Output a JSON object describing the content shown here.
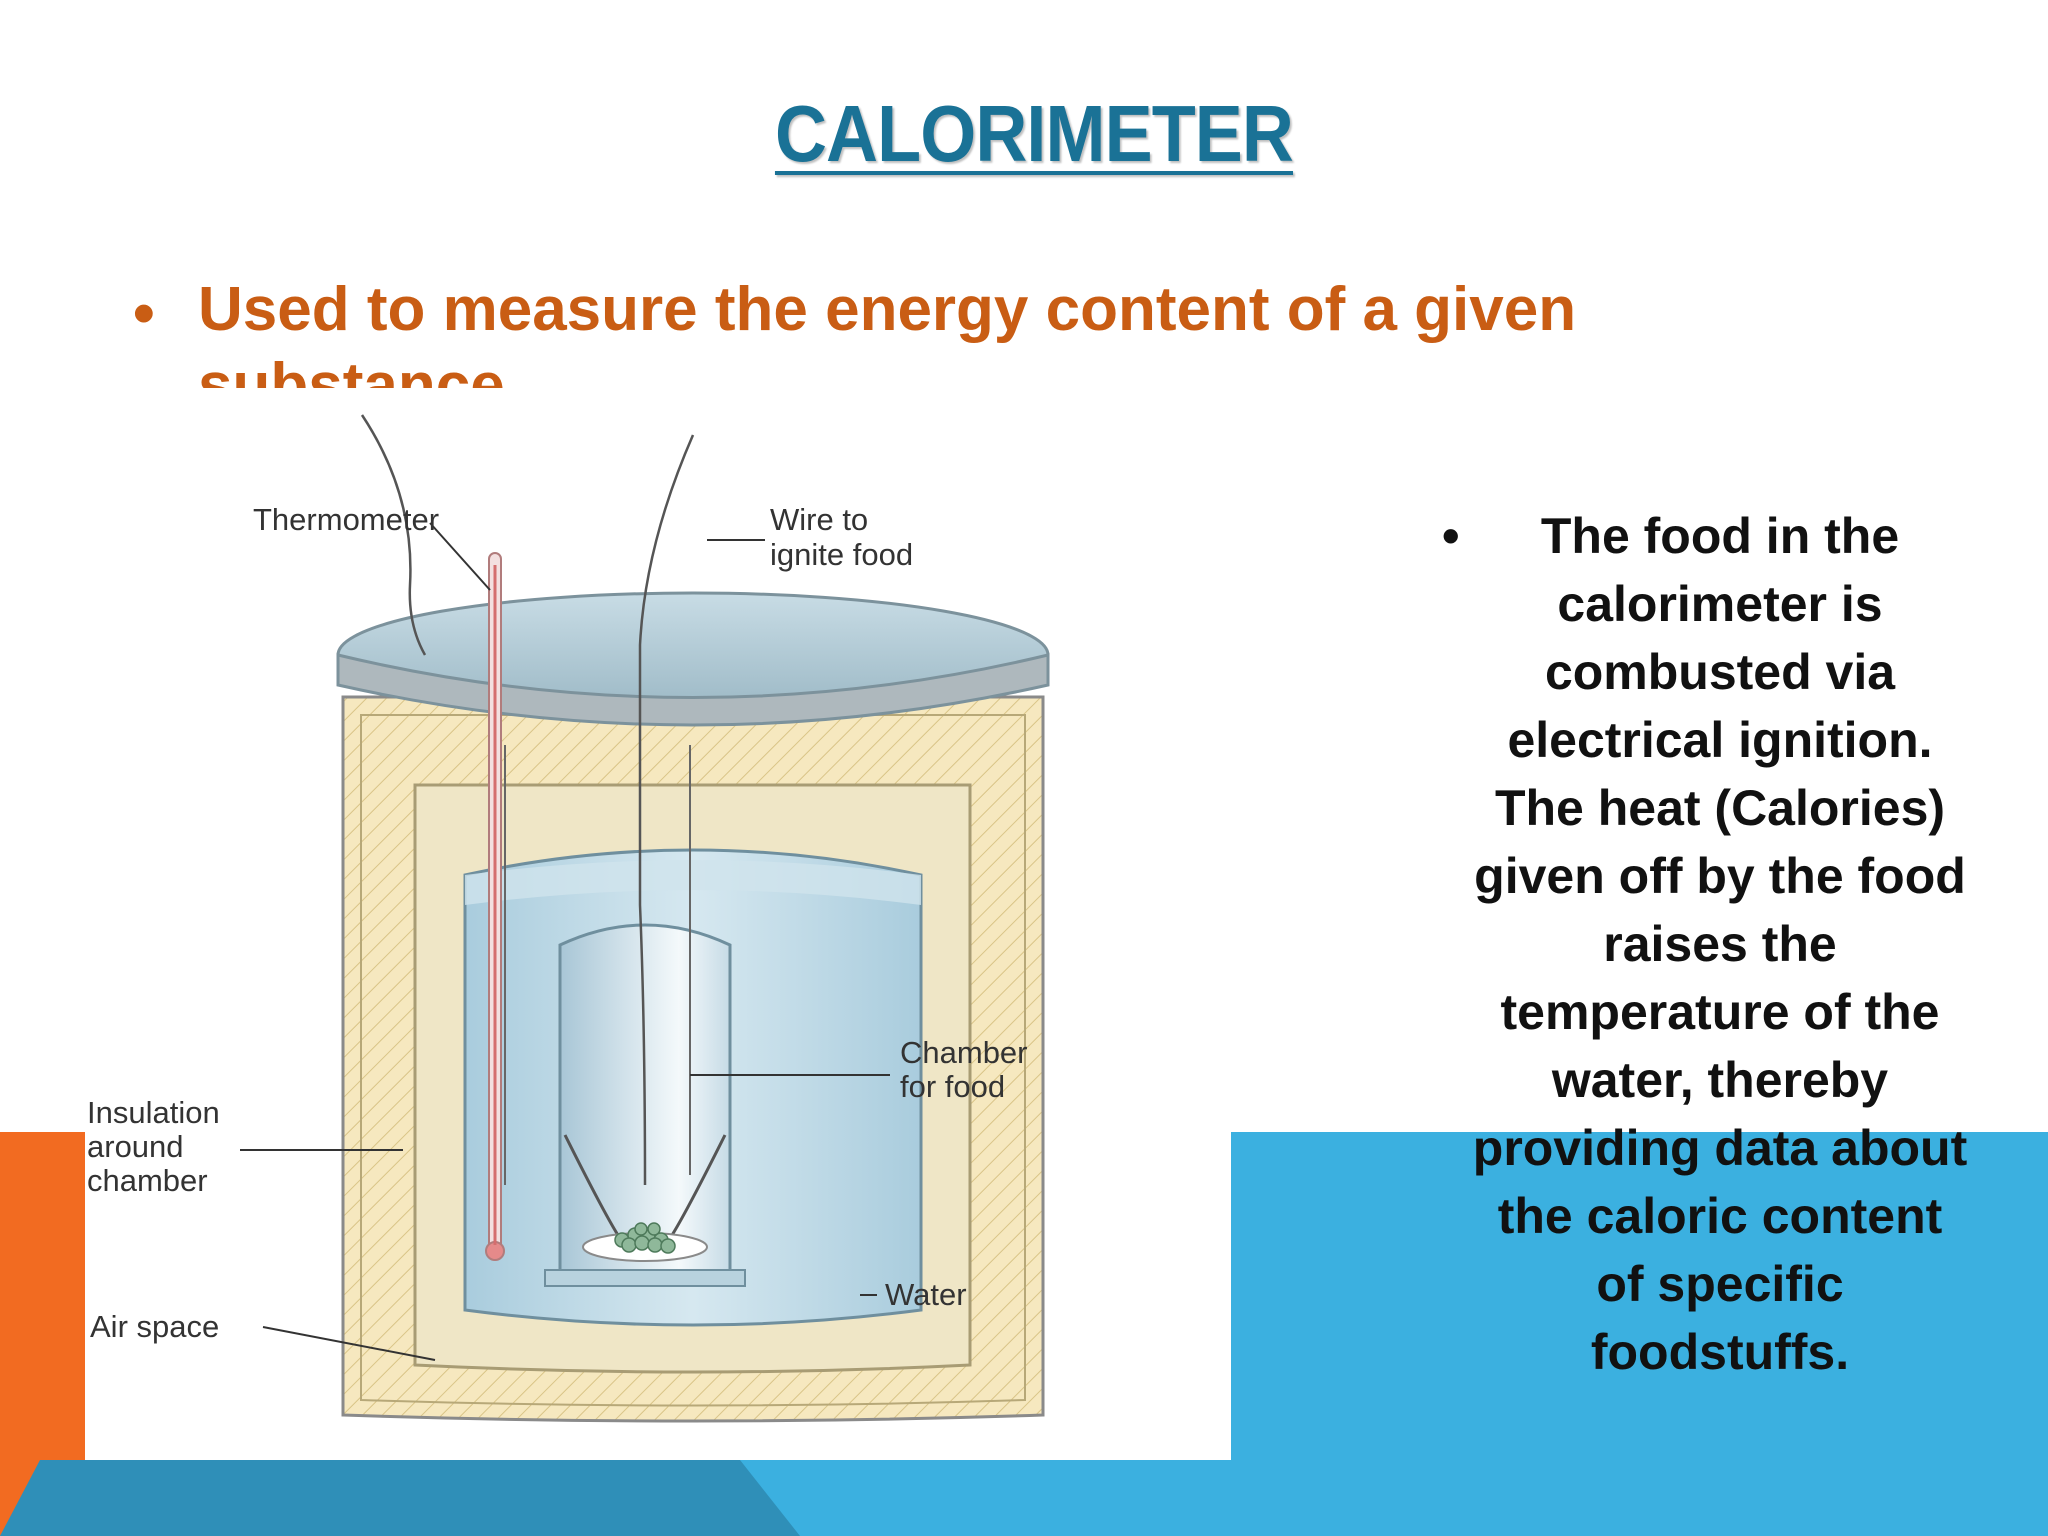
{
  "slide": {
    "title": "CALORIMETER",
    "bullet_1": {
      "marker": "•",
      "line_1": "Used to measure the energy content of a given",
      "line_2": "substance"
    },
    "bullet_2": {
      "marker": "•",
      "text": "The food in the calorimeter is combusted via electrical ignition. The heat (Calories) given off by the food raises the temperature of the water, thereby providing data about the caloric content of specific foodstuffs."
    }
  },
  "diagram": {
    "labels": {
      "thermometer": "Thermometer",
      "wire_line1": "Wire to",
      "wire_line2": "ignite food",
      "chamber_line1": "Chamber",
      "chamber_line2": "for food",
      "insulation_line1": "Insulation",
      "insulation_line2": "around",
      "insulation_line3": "chamber",
      "water": "Water",
      "air_space": "Air space"
    }
  },
  "colors": {
    "title": "#1a7296",
    "bullet_orange": "#c95d14",
    "accent_orange": "#f26b21",
    "accent_blue": "#3bb0e0",
    "accent_dark_blue": "#2f8fb8",
    "water_blue": "#bcd9e6",
    "insulation": "#f6e8bf"
  }
}
